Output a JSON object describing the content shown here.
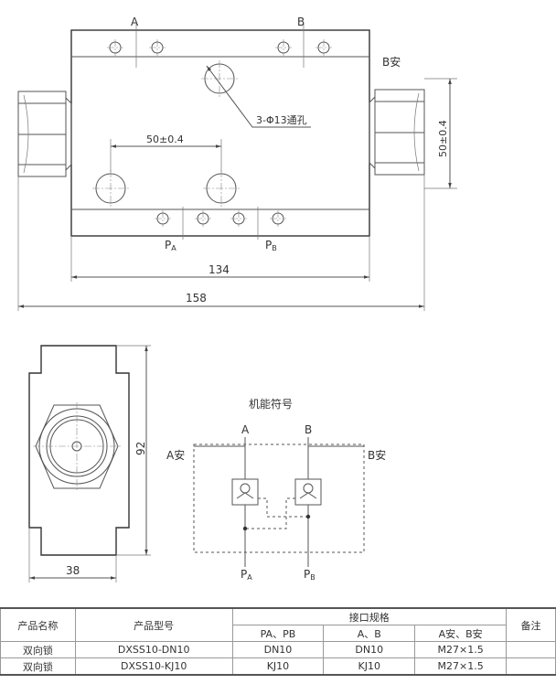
{
  "top_view": {
    "port_a": "A",
    "port_b": "B",
    "port_b_safe": "B安",
    "hole_note": "3-Φ13通孔",
    "dim_50_horizontal": "50±0.4",
    "dim_50_vertical": "50±0.4",
    "port_pa": "P",
    "port_pa_sub": "A",
    "port_pb": "P",
    "port_pb_sub": "B",
    "dim_134": "134",
    "dim_158": "158"
  },
  "side_view": {
    "dim_92": "92",
    "dim_38": "38"
  },
  "symbol": {
    "title": "机能符号",
    "port_a": "A",
    "port_b": "B",
    "port_a_safe": "A安",
    "port_b_safe": "B安",
    "port_pa": "P",
    "port_pa_sub": "A",
    "port_pb": "P",
    "port_pb_sub": "B"
  },
  "table": {
    "headers": {
      "product_name": "产品名称",
      "product_model": "产品型号",
      "port_spec": "接口规格",
      "remarks": "备注",
      "col_pa_pb": "PA、PB",
      "col_a_b": "A、B",
      "col_a_b_safe": "A安、B安"
    },
    "rows": [
      {
        "name": "双向锁",
        "model": "DXSS10-DN10",
        "pa_pb": "DN10",
        "a_b": "DN10",
        "safe": "M27×1.5",
        "remark": ""
      },
      {
        "name": "双向锁",
        "model": "DXSS10-KJ10",
        "pa_pb": "KJ10",
        "a_b": "KJ10",
        "safe": "M27×1.5",
        "remark": ""
      }
    ]
  }
}
